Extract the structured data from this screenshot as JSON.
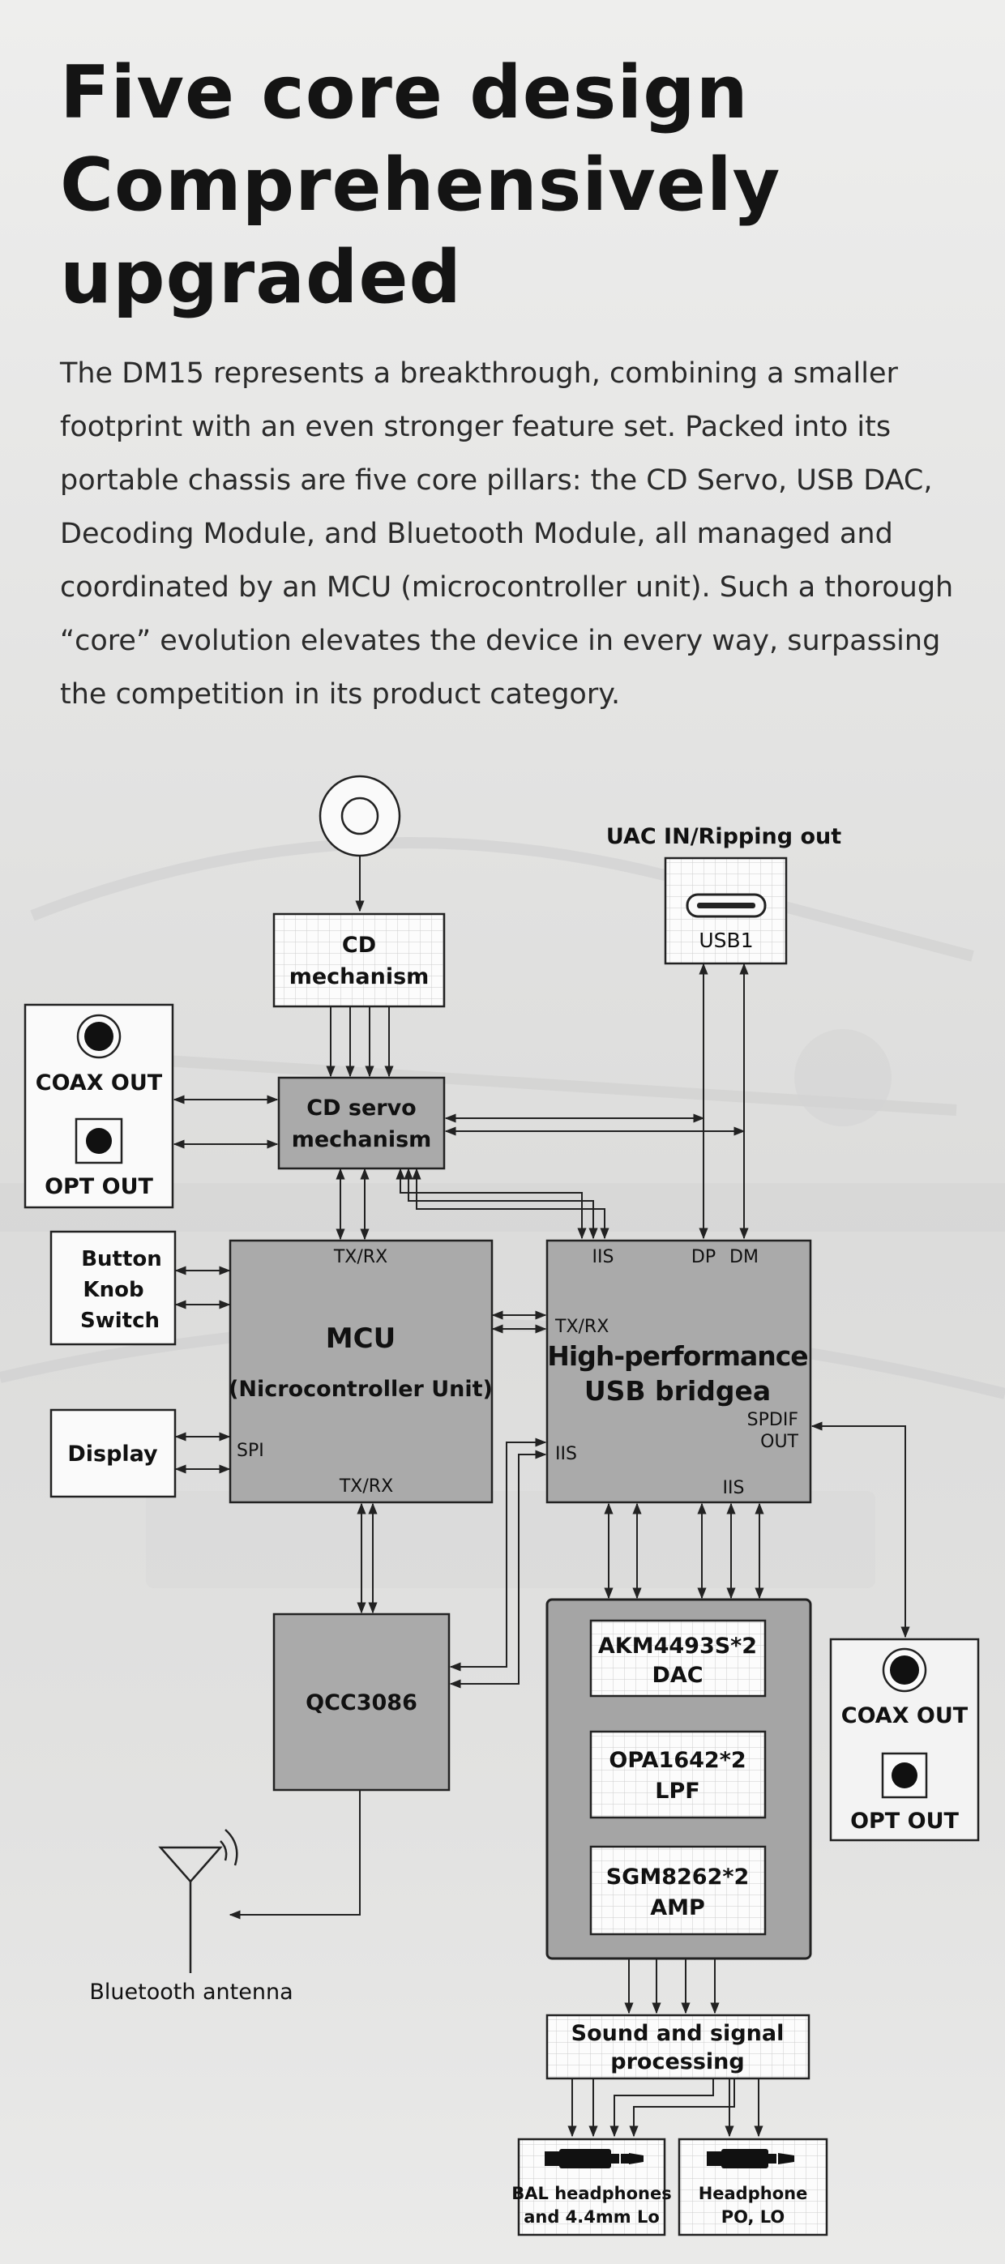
{
  "header": {
    "title_lines": [
      "Five core design",
      "Comprehensively",
      "upgraded"
    ]
  },
  "intro": {
    "text": "The DM15 represents a breakthrough, combining a smaller footprint with an even stronger feature set. Packed into its portable chassis are five core pillars: the CD Servo, USB DAC, Decoding Module, and Bluetooth Module, all managed and coordinated by an MCU (microcontroller unit). Such a thorough “core” evolution elevates the device in every way, surpassing the competition in its product category."
  },
  "diagram": {
    "uac_label": "UAC IN/Ripping out",
    "usb1": "USB1",
    "cd_mechanism": [
      "CD",
      "mechanism"
    ],
    "cd_servo": [
      "CD servo",
      "mechanism"
    ],
    "coax_out": "COAX OUT",
    "opt_out": "OPT OUT",
    "buttons": [
      "Button",
      "Knob",
      "Switch"
    ],
    "display": "Display",
    "mcu": {
      "title": "MCU",
      "subtitle": "(Nicrocontroller Unit)",
      "txrx_top": "TX/RX",
      "txrx_bottom": "TX/RX",
      "spi": "SPI"
    },
    "usb_bridge": {
      "title_lines": [
        "High-performance",
        "USB bridgea"
      ],
      "iis_top": "IIS",
      "dp": "DP",
      "dm": "DM",
      "txrx": "TX/RX",
      "iis_left": "IIS",
      "spdif": [
        "SPDIF",
        "OUT"
      ],
      "iis_bottom": "IIS"
    },
    "qcc": "QCC3086",
    "bluetooth_antenna": "Bluetooth antenna",
    "dac": [
      "AKM4493S*2",
      "DAC"
    ],
    "lpf": [
      "OPA1642*2",
      "LPF"
    ],
    "amp": [
      "SGM8262*2",
      "AMP"
    ],
    "coax_out_2": "COAX OUT",
    "opt_out_2": "OPT OUT",
    "sound_processing": [
      "Sound and signal",
      "processing"
    ],
    "bal": [
      "BAL headphones",
      "and 4.4mm Lo"
    ],
    "headphone": [
      "Headphone",
      "PO, LO"
    ]
  }
}
